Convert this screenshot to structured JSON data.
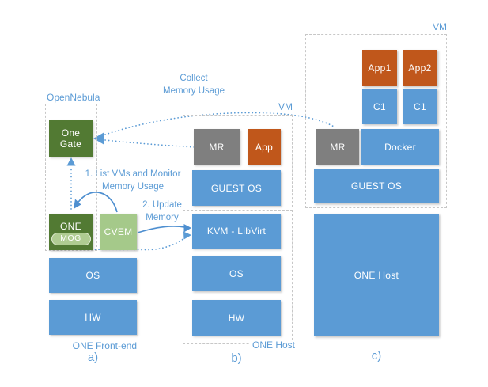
{
  "colors": {
    "box_blue": "#5B9BD5",
    "box_gray": "#7F7F7F",
    "box_orange": "#C0571B",
    "box_green_dark": "#527A33",
    "box_green_light": "#A5C98A",
    "label_blue": "#5B9BD5",
    "arrow_blue": "#4E8FD0",
    "dashed_border_gray": "#C7C7C7"
  },
  "annotations": {
    "collect": [
      "Collect",
      "Memory Usage"
    ],
    "list_vms": [
      "1. List VMs and Monitor",
      "Memory Usage"
    ],
    "update": [
      "2. Update",
      "Memory"
    ]
  },
  "column_a": {
    "caption": "OpenNebula",
    "one_gate": "One Gate",
    "one": "ONE",
    "mog": "MOG",
    "cvem": "CVEM",
    "os": "OS",
    "hw": "HW",
    "footer": "ONE Front-end",
    "label": "a)"
  },
  "column_b": {
    "vm_caption": "VM",
    "mr": "MR",
    "app": "App",
    "guest_os": "GUEST OS",
    "kvm": "KVM - LibVirt",
    "os": "OS",
    "hw": "HW",
    "host_caption": "ONE Host",
    "label": "b)"
  },
  "column_c": {
    "vm_caption": "VM",
    "app1": "App1",
    "app2": "App2",
    "c1_left": "C1",
    "c1_right": "C1",
    "mr": "MR",
    "docker": "Docker",
    "guest_os": "GUEST OS",
    "one_host": "ONE Host",
    "label": "c)"
  }
}
